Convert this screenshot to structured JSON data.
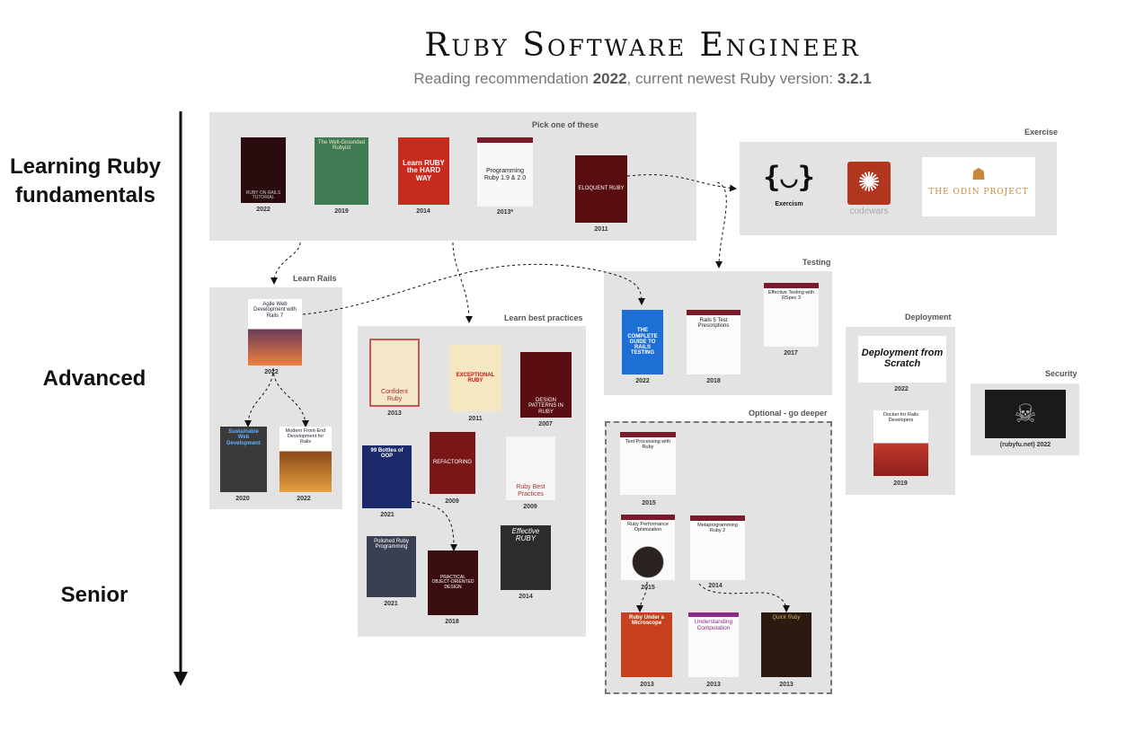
{
  "header": {
    "title": "Ruby Software Engineer",
    "subtitle_pre": "Reading recommendation ",
    "subtitle_year": "2022",
    "subtitle_mid": ", current newest Ruby version: ",
    "subtitle_version": "3.2.1"
  },
  "levels": {
    "fundamentals_line1": "Learning Ruby",
    "fundamentals_line2": "fundamentals",
    "advanced": "Advanced",
    "senior": "Senior"
  },
  "panels": {
    "fundamentals": "Pick one of these",
    "exercise": "Exercise",
    "rails": "Learn Rails",
    "best_practices": "Learn best practices",
    "testing": "Testing",
    "deployment": "Deployment",
    "security": "Security",
    "optional": "Optional - go deeper"
  },
  "books": {
    "ror_tutorial": {
      "title": "RUBY ON RAILS TUTORIAL",
      "year": "2022"
    },
    "well_grounded": {
      "title": "The Well-Grounded Rubyist",
      "year": "2019"
    },
    "hard_way": {
      "title": "Learn RUBY the HARD WAY",
      "year": "2014"
    },
    "programming_ruby": {
      "title": "Programming Ruby 1.9 & 2.0",
      "year": "2013*"
    },
    "eloquent": {
      "title": "ELOQUENT RUBY",
      "year": "2011"
    },
    "agile_rails": {
      "title": "Agile Web Development with Rails 7",
      "year": "2022"
    },
    "sustainable": {
      "title": "Sustainable Web Development",
      "year": "2020"
    },
    "frontend_rails": {
      "title": "Modern Front-End Development for Rails",
      "year": "2022"
    },
    "confident": {
      "title": "Confident Ruby",
      "year": "2013"
    },
    "exceptional": {
      "title": "EXCEPTIONAL RUBY",
      "year": "2011"
    },
    "design_patterns": {
      "title": "DESIGN PATTERNS IN RUBY",
      "year": "2007"
    },
    "bottles": {
      "title": "99 Bottles of OOP",
      "year": "2021"
    },
    "refactoring": {
      "title": "REFACTORING",
      "year": "2009"
    },
    "best_practices": {
      "title": "Ruby Best Practices",
      "year": "2009"
    },
    "polished": {
      "title": "Polished Ruby Programming",
      "year": "2021"
    },
    "poodr": {
      "title": "PRACTICAL OBJECT-ORIENTED DESIGN",
      "year": "2018"
    },
    "effective": {
      "title": "Effective RUBY",
      "year": "2014"
    },
    "rails_testing": {
      "title": "THE COMPLETE GUIDE TO RAILS TESTING",
      "year": "2022"
    },
    "rails5_tests": {
      "title": "Rails 5 Test Prescriptions",
      "year": "2018"
    },
    "effective_testing": {
      "title": "Effective Testing with RSpec 3",
      "year": "2017"
    },
    "deploy_scratch": {
      "title": "Deployment from Scratch",
      "year": "2022"
    },
    "docker_rails": {
      "title": "Docker for Rails Developers",
      "year": "2019"
    },
    "text_processing": {
      "title": "Text Processing with Ruby",
      "year": "2015"
    },
    "performance": {
      "title": "Ruby Performance Optimization",
      "year": "2015"
    },
    "metaprogramming": {
      "title": "Metaprogramming Ruby 2",
      "year": "2014"
    },
    "microscope": {
      "title": "Ruby Under a Microscope",
      "year": "2013"
    },
    "computation": {
      "title": "Understanding Computation",
      "year": "2013"
    },
    "quick_ruby": {
      "title": "Quick Ruby",
      "year": "2013"
    }
  },
  "exercise": {
    "exercism_logo": "{◡}",
    "exercism": "Exercism",
    "codewars": "codewars",
    "odin": "THE ODIN PROJECT"
  },
  "security": {
    "caption": "(rubyfu.net) 2022"
  },
  "colors": {
    "panel": "#e3e3e3",
    "codewars": "#b1361e",
    "odin_text": "#c8883a"
  }
}
